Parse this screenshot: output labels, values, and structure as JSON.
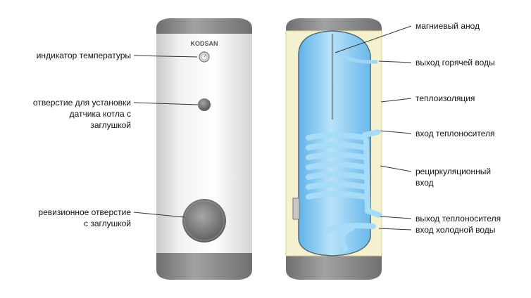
{
  "brand": "KODSAN",
  "left_labels": {
    "temperature_indicator": "индикатор температуры",
    "sensor_hole_line1": "отверстие для установки",
    "sensor_hole_line2": "датчика котла с",
    "sensor_hole_line3": "заглушкой",
    "inspection_line1": "ревизионное отверстие",
    "inspection_line2": "с заглушкой"
  },
  "right_labels": {
    "magnesium_anode": "магниевый анод",
    "hot_water_outlet": "выход горячей воды",
    "insulation": "теплоизоляция",
    "heat_carrier_inlet": "вход теплоносителя",
    "recirculation_line1": "рециркуляционный",
    "recirculation_line2": "вход",
    "heat_carrier_outlet": "выход теплоносителя",
    "cold_water_inlet": "вход холодной воды"
  },
  "colors": {
    "body": "#e9e9e9",
    "cap": "#8a8a8a",
    "water": "#8fcdf0",
    "insulation": "#f4f1cf",
    "coil": "#9fd6f6"
  }
}
